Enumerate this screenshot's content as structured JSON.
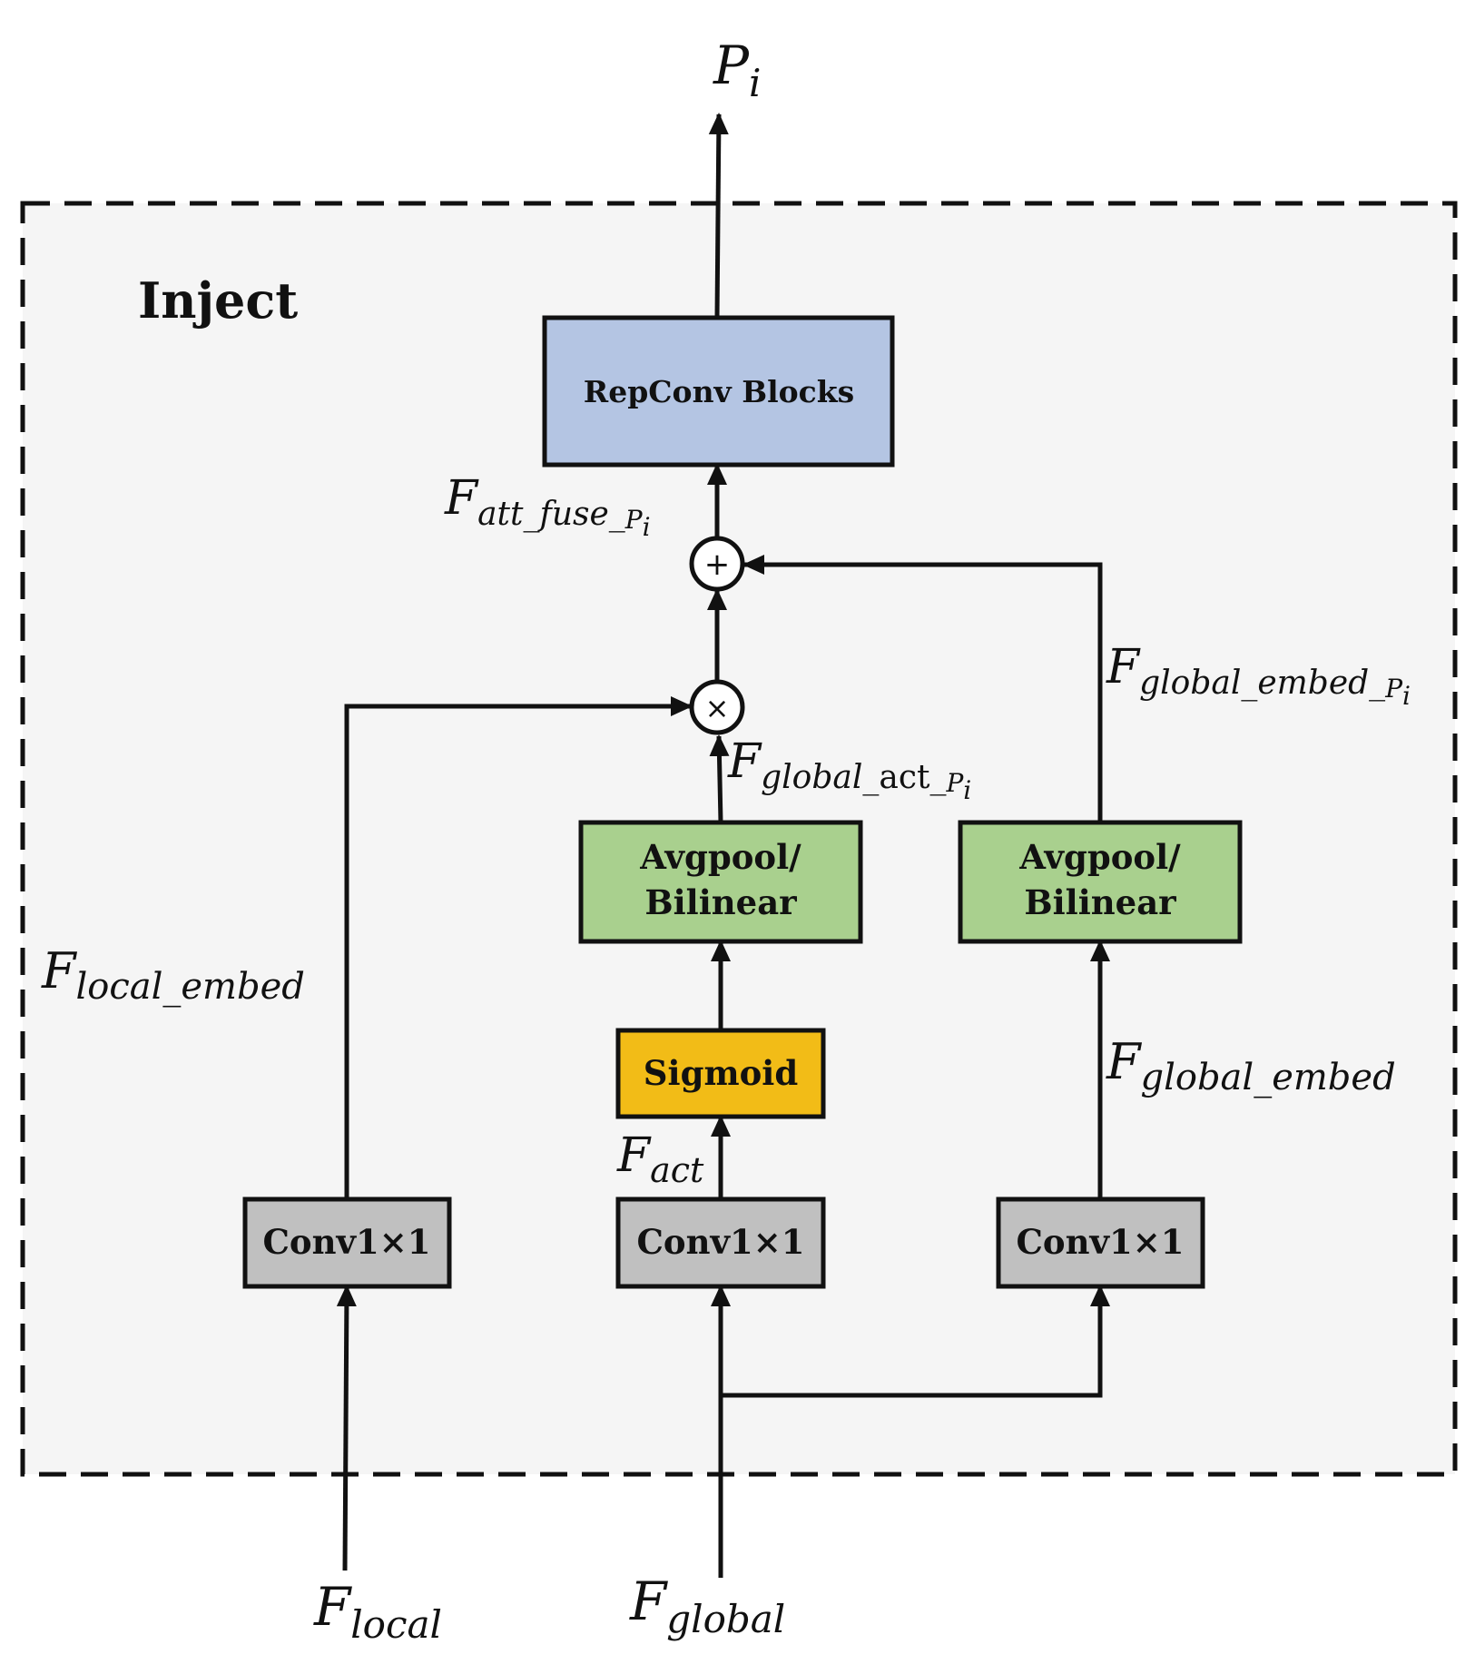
{
  "module_title": "Inject",
  "colors": {
    "panel_fill": "#f5f5f5",
    "repconv_fill": "#b4c5e3",
    "avgpool_fill": "#a9d08e",
    "sigmoid_fill": "#f2bc17",
    "conv_fill": "#c0c0c0",
    "stroke": "#111111"
  },
  "blocks": {
    "repconv": "RepConv Blocks",
    "avgpool_left": [
      "Avgpool/",
      "Bilinear"
    ],
    "avgpool_right": [
      "Avgpool/",
      "Bilinear"
    ],
    "sigmoid": "Sigmoid",
    "conv_left": "Conv1×1",
    "conv_mid": "Conv1×1",
    "conv_right": "Conv1×1"
  },
  "operators": {
    "add": "+",
    "multiply": "×"
  },
  "labels": {
    "output": {
      "main": "P",
      "sub": "i"
    },
    "att_fuse": {
      "main": "F",
      "sub": "att_fuse_",
      "subsub_main": "P",
      "subsub_sub": "i"
    },
    "global_embed_pi": {
      "main": "F",
      "sub": "global_embed_",
      "subsub_main": "P",
      "subsub_sub": "i"
    },
    "global_act_pi": {
      "main": "F",
      "sub_italic": "global",
      "sub_upright": "_act_",
      "subsub_main": "P",
      "subsub_sub": "i"
    },
    "local_embed": {
      "main": "F",
      "sub": "local_embed"
    },
    "global_embed": {
      "main": "F",
      "sub": "global_embed"
    },
    "act": {
      "main": "F",
      "sub": "act"
    },
    "local": {
      "main": "F",
      "sub": "local"
    },
    "global": {
      "main": "F",
      "sub": "global"
    }
  }
}
